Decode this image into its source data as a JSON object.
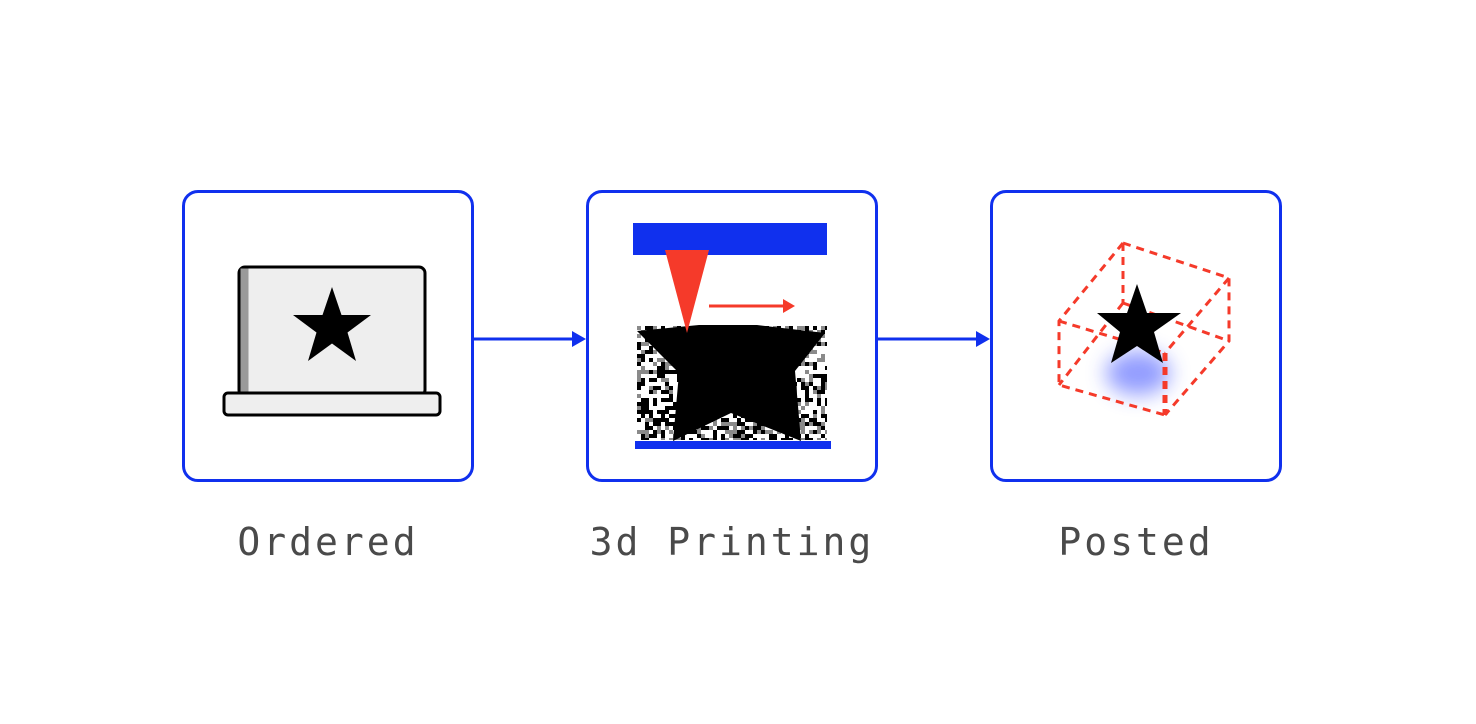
{
  "colors": {
    "accent": "#1030ee",
    "label": "#4a4a4a",
    "laser": "#f53a2a",
    "object": "#000000",
    "screen": "#eeeeee"
  },
  "steps": [
    {
      "label": "Ordered",
      "icon": "laptop-with-star-icon"
    },
    {
      "label": "3d Printing",
      "icon": "3d-printer-icon"
    },
    {
      "label": "Posted",
      "icon": "packaged-star-icon"
    }
  ],
  "connectors": [
    {
      "icon": "arrow-right-icon"
    },
    {
      "icon": "arrow-right-icon"
    }
  ]
}
